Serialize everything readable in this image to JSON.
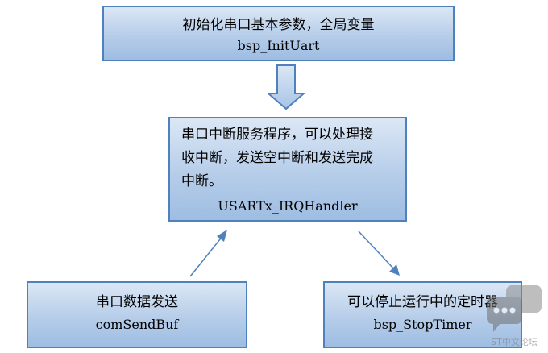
{
  "boxes": {
    "init": {
      "line1": "初始化串口基本参数，全局变量",
      "line2": "bsp_InitUart"
    },
    "isr": {
      "line1": "串口中断服务程序，可以处理接",
      "line2": "收中断，发送空中断和发送完成",
      "line3": "中断。",
      "line4": "USARTx_IRQHandler"
    },
    "send": {
      "line1": "串口数据发送",
      "line2": "comSendBuf"
    },
    "stop": {
      "line1": "可以停止运行中的定时器",
      "line2": "bsp_StopTimer"
    }
  },
  "watermark": {
    "text": "ST中文论坛"
  },
  "colors": {
    "box_border": "#4f81bd",
    "box_fill_top": "#dbe7f5",
    "box_fill_bottom": "#9ebde2",
    "arrow": "#4f81bd"
  }
}
